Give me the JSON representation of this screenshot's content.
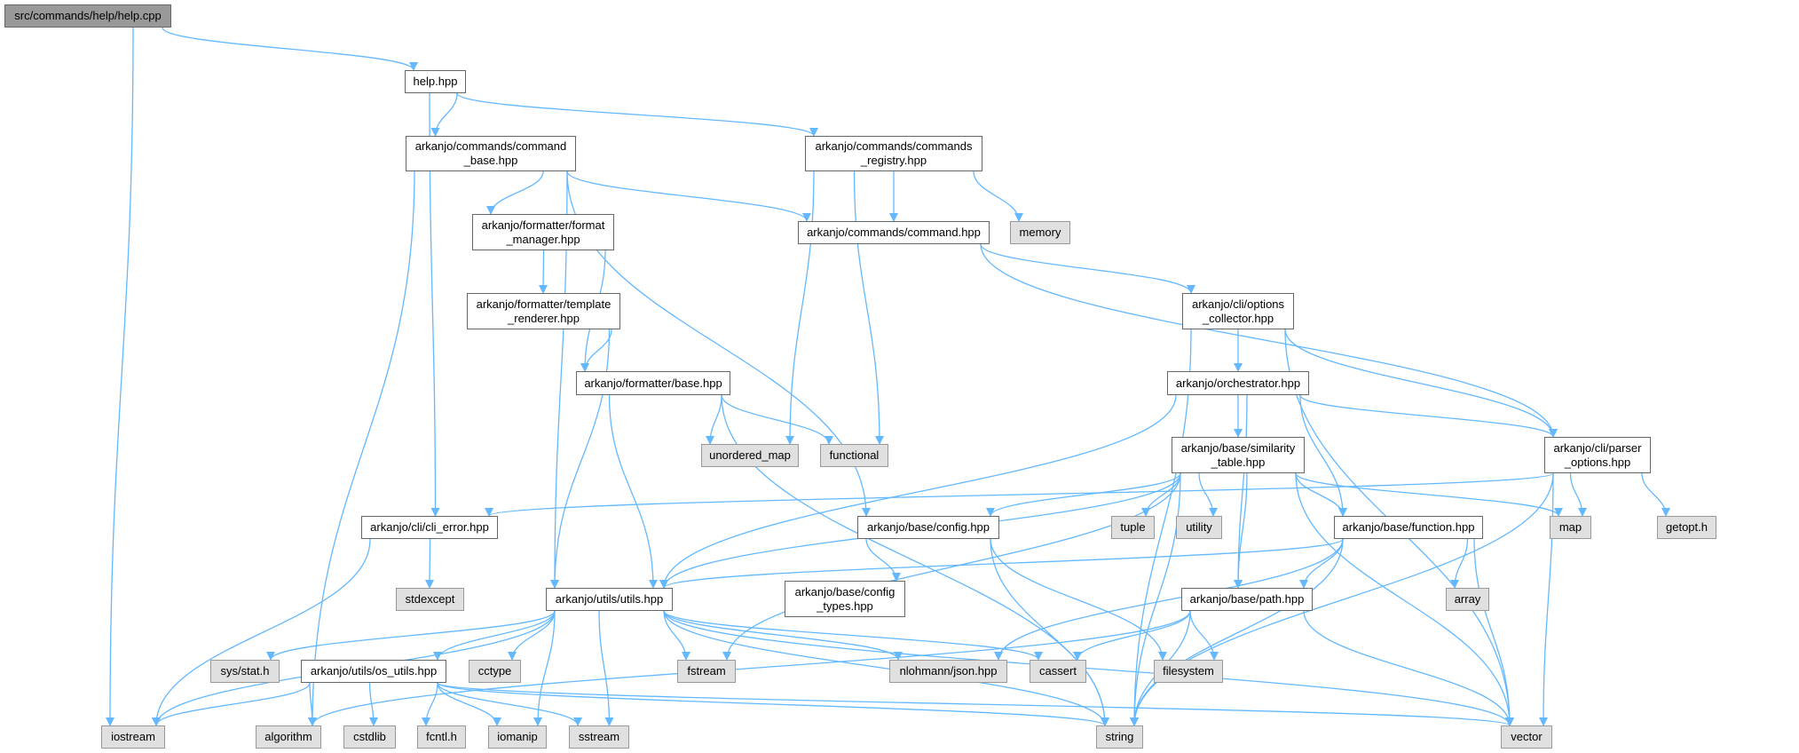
{
  "title": "src/commands/help/help.cpp include dependency graph",
  "colors": {
    "edge": "#63b8ff",
    "node_border": "#666666",
    "system_fill": "#e0e0e0",
    "root_fill": "#999999"
  },
  "nodes": {
    "help_cpp": {
      "lines": [
        "src/commands/help/help.cpp"
      ],
      "kind": "root"
    },
    "help_hpp": {
      "lines": [
        "help.hpp"
      ],
      "kind": "file"
    },
    "command_base": {
      "lines": [
        "arkanjo/commands/command",
        "_base.hpp"
      ],
      "kind": "file"
    },
    "commands_registry": {
      "lines": [
        "arkanjo/commands/commands",
        "_registry.hpp"
      ],
      "kind": "file"
    },
    "command_hpp": {
      "lines": [
        "arkanjo/commands/command.hpp"
      ],
      "kind": "file"
    },
    "memory": {
      "lines": [
        "memory"
      ],
      "kind": "sys"
    },
    "format_manager": {
      "lines": [
        "arkanjo/formatter/format",
        "_manager.hpp"
      ],
      "kind": "file"
    },
    "template_renderer": {
      "lines": [
        "arkanjo/formatter/template",
        "_renderer.hpp"
      ],
      "kind": "file"
    },
    "formatter_base": {
      "lines": [
        "arkanjo/formatter/base.hpp"
      ],
      "kind": "file"
    },
    "options_collector": {
      "lines": [
        "arkanjo/cli/options",
        "_collector.hpp"
      ],
      "kind": "file"
    },
    "orchestrator": {
      "lines": [
        "arkanjo/orchestrator.hpp"
      ],
      "kind": "file"
    },
    "unordered_map": {
      "lines": [
        "unordered_map"
      ],
      "kind": "sys"
    },
    "functional": {
      "lines": [
        "functional"
      ],
      "kind": "sys"
    },
    "similarity_table": {
      "lines": [
        "arkanjo/base/similarity",
        "_table.hpp"
      ],
      "kind": "file"
    },
    "parser_options": {
      "lines": [
        "arkanjo/cli/parser",
        "_options.hpp"
      ],
      "kind": "file"
    },
    "cli_error": {
      "lines": [
        "arkanjo/cli/cli_error.hpp"
      ],
      "kind": "file"
    },
    "config": {
      "lines": [
        "arkanjo/base/config.hpp"
      ],
      "kind": "file"
    },
    "tuple": {
      "lines": [
        "tuple"
      ],
      "kind": "sys"
    },
    "utility": {
      "lines": [
        "utility"
      ],
      "kind": "sys"
    },
    "function": {
      "lines": [
        "arkanjo/base/function.hpp"
      ],
      "kind": "file"
    },
    "map": {
      "lines": [
        "map"
      ],
      "kind": "sys"
    },
    "getopt": {
      "lines": [
        "getopt.h"
      ],
      "kind": "sys"
    },
    "stdexcept": {
      "lines": [
        "stdexcept"
      ],
      "kind": "sys"
    },
    "utils": {
      "lines": [
        "arkanjo/utils/utils.hpp"
      ],
      "kind": "file"
    },
    "config_types": {
      "lines": [
        "arkanjo/base/config",
        "_types.hpp"
      ],
      "kind": "file"
    },
    "path": {
      "lines": [
        "arkanjo/base/path.hpp"
      ],
      "kind": "file"
    },
    "array": {
      "lines": [
        "array"
      ],
      "kind": "sys"
    },
    "sys_stat": {
      "lines": [
        "sys/stat.h"
      ],
      "kind": "sys"
    },
    "os_utils": {
      "lines": [
        "arkanjo/utils/os_utils.hpp"
      ],
      "kind": "file"
    },
    "cctype": {
      "lines": [
        "cctype"
      ],
      "kind": "sys"
    },
    "fstream": {
      "lines": [
        "fstream"
      ],
      "kind": "sys"
    },
    "json": {
      "lines": [
        "nlohmann/json.hpp"
      ],
      "kind": "sys"
    },
    "cassert": {
      "lines": [
        "cassert"
      ],
      "kind": "sys"
    },
    "filesystem": {
      "lines": [
        "filesystem"
      ],
      "kind": "sys"
    },
    "iostream": {
      "lines": [
        "iostream"
      ],
      "kind": "sys"
    },
    "algorithm": {
      "lines": [
        "algorithm"
      ],
      "kind": "sys"
    },
    "cstdlib": {
      "lines": [
        "cstdlib"
      ],
      "kind": "sys"
    },
    "fcntl": {
      "lines": [
        "fcntl.h"
      ],
      "kind": "sys"
    },
    "iomanip": {
      "lines": [
        "iomanip"
      ],
      "kind": "sys"
    },
    "sstream": {
      "lines": [
        "sstream"
      ],
      "kind": "sys"
    },
    "string": {
      "lines": [
        "string"
      ],
      "kind": "sys"
    },
    "vector": {
      "lines": [
        "vector"
      ],
      "kind": "sys"
    }
  },
  "edges": [
    [
      "help_cpp",
      "help_hpp"
    ],
    [
      "help_cpp",
      "iostream"
    ],
    [
      "help_hpp",
      "command_base"
    ],
    [
      "help_hpp",
      "commands_registry"
    ],
    [
      "help_hpp",
      "cli_error"
    ],
    [
      "command_base",
      "format_manager"
    ],
    [
      "command_base",
      "command_hpp"
    ],
    [
      "command_base",
      "config"
    ],
    [
      "command_base",
      "utils"
    ],
    [
      "command_base",
      "algorithm"
    ],
    [
      "commands_registry",
      "command_hpp"
    ],
    [
      "commands_registry",
      "memory"
    ],
    [
      "commands_registry",
      "unordered_map"
    ],
    [
      "commands_registry",
      "functional"
    ],
    [
      "command_hpp",
      "options_collector"
    ],
    [
      "command_hpp",
      "parser_options"
    ],
    [
      "format_manager",
      "template_renderer"
    ],
    [
      "format_manager",
      "formatter_base"
    ],
    [
      "template_renderer",
      "formatter_base"
    ],
    [
      "template_renderer",
      "utils"
    ],
    [
      "formatter_base",
      "unordered_map"
    ],
    [
      "formatter_base",
      "functional"
    ],
    [
      "formatter_base",
      "utils"
    ],
    [
      "formatter_base",
      "string"
    ],
    [
      "options_collector",
      "orchestrator"
    ],
    [
      "options_collector",
      "parser_options"
    ],
    [
      "options_collector",
      "string"
    ],
    [
      "options_collector",
      "vector"
    ],
    [
      "orchestrator",
      "similarity_table"
    ],
    [
      "orchestrator",
      "function"
    ],
    [
      "orchestrator",
      "parser_options"
    ],
    [
      "orchestrator",
      "path"
    ],
    [
      "orchestrator",
      "utils"
    ],
    [
      "similarity_table",
      "config"
    ],
    [
      "similarity_table",
      "tuple"
    ],
    [
      "similarity_table",
      "utility"
    ],
    [
      "similarity_table",
      "function"
    ],
    [
      "similarity_table",
      "map"
    ],
    [
      "similarity_table",
      "path"
    ],
    [
      "similarity_table",
      "string"
    ],
    [
      "similarity_table",
      "vector"
    ],
    [
      "similarity_table",
      "utils"
    ],
    [
      "similarity_table",
      "fstream"
    ],
    [
      "parser_options",
      "cli_error"
    ],
    [
      "parser_options",
      "map"
    ],
    [
      "parser_options",
      "getopt"
    ],
    [
      "parser_options",
      "string"
    ],
    [
      "parser_options",
      "vector"
    ],
    [
      "config",
      "config_types"
    ],
    [
      "config",
      "filesystem"
    ],
    [
      "config",
      "string"
    ],
    [
      "cli_error",
      "stdexcept"
    ],
    [
      "cli_error",
      "iostream"
    ],
    [
      "utils",
      "iostream"
    ],
    [
      "utils",
      "sys_stat"
    ],
    [
      "utils",
      "os_utils"
    ],
    [
      "utils",
      "cctype"
    ],
    [
      "utils",
      "fstream"
    ],
    [
      "utils",
      "json"
    ],
    [
      "utils",
      "cassert"
    ],
    [
      "utils",
      "iomanip"
    ],
    [
      "utils",
      "sstream"
    ],
    [
      "utils",
      "string"
    ],
    [
      "utils",
      "vector"
    ],
    [
      "function",
      "utils"
    ],
    [
      "function",
      "path"
    ],
    [
      "function",
      "array"
    ],
    [
      "function",
      "vector"
    ],
    [
      "function",
      "string"
    ],
    [
      "function",
      "json"
    ],
    [
      "path",
      "cassert"
    ],
    [
      "path",
      "filesystem"
    ],
    [
      "path",
      "string"
    ],
    [
      "path",
      "vector"
    ],
    [
      "path",
      "algorithm"
    ],
    [
      "os_utils",
      "iostream"
    ],
    [
      "os_utils",
      "algorithm"
    ],
    [
      "os_utils",
      "cstdlib"
    ],
    [
      "os_utils",
      "fcntl"
    ],
    [
      "os_utils",
      "iomanip"
    ],
    [
      "os_utils",
      "sstream"
    ],
    [
      "os_utils",
      "string"
    ],
    [
      "os_utils",
      "vector"
    ]
  ]
}
